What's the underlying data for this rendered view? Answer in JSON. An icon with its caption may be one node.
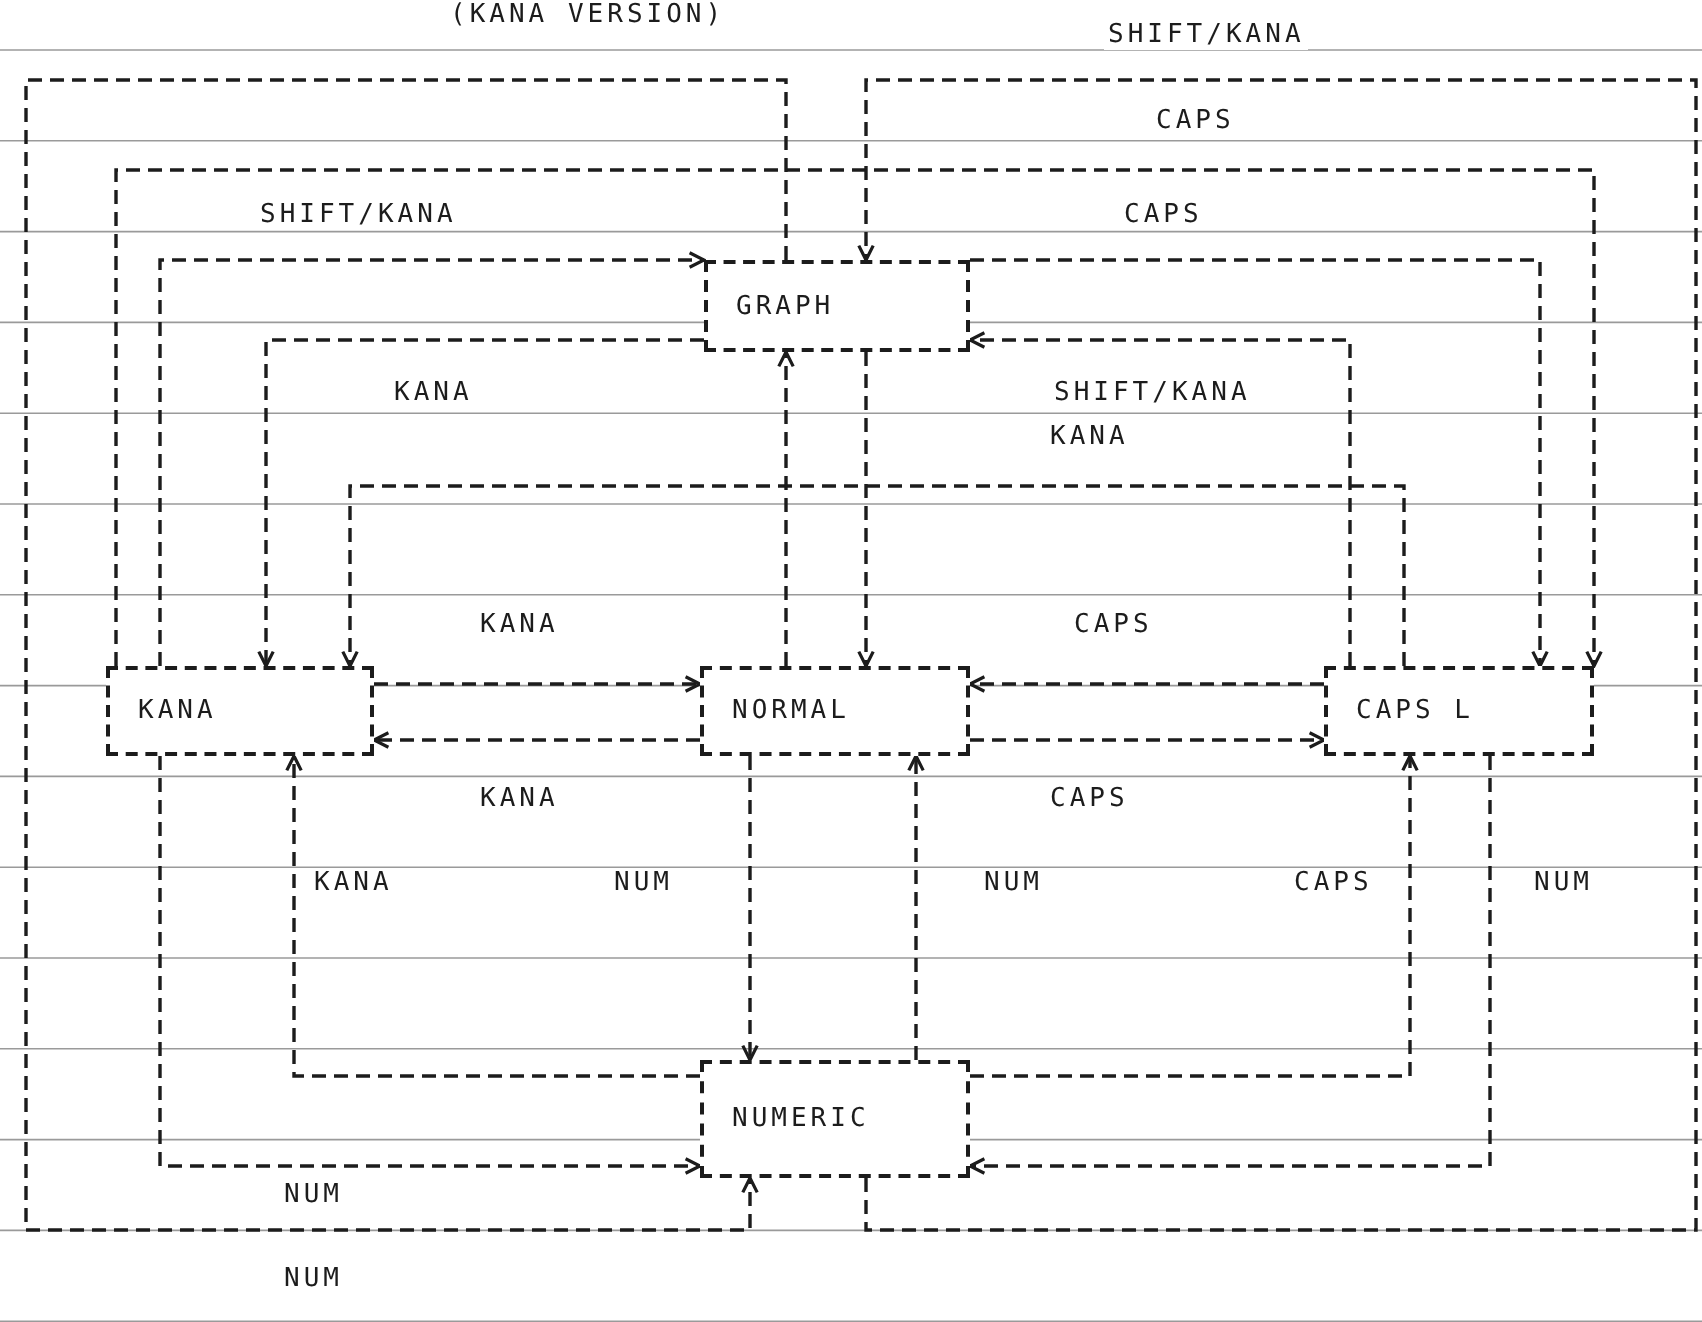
{
  "diagram": {
    "title": "(KANA VERSION)",
    "nodes": [
      {
        "text": [
          "GRAPH"
        ]
      },
      {
        "text": [
          "KANA"
        ]
      },
      {
        "text": [
          "NORMAL"
        ]
      },
      {
        "text": [
          "CAPS L"
        ]
      },
      {
        "text": [
          "NUMERIC"
        ]
      }
    ],
    "edges": [
      {
        "from": 1,
        "to": 0,
        "arrow": "to",
        "label": "SHIFT/KANA"
      },
      {
        "from": 0,
        "to": 3,
        "arrow": "to",
        "label": "CAPS"
      },
      {
        "from": 1,
        "to": 3,
        "arrow": "to",
        "label": "CAPS"
      },
      {
        "from": 4,
        "to": 0,
        "arrow": "to",
        "label": "SHIFT/KANA"
      },
      {
        "from": 0,
        "to": 4,
        "arrow": "to",
        "label": "NUM"
      },
      {
        "from": 0,
        "to": 1,
        "arrow": "to",
        "label": "KANA"
      },
      {
        "from": 3,
        "to": 0,
        "arrow": "to",
        "label": "SHIFT/KANA"
      },
      {
        "from": 3,
        "to": 1,
        "arrow": "to",
        "label": "KANA"
      },
      {
        "from": 2,
        "to": 0,
        "arrow": "to"
      },
      {
        "from": 0,
        "to": 2,
        "arrow": "to"
      },
      {
        "from": 1,
        "to": 2,
        "arrow": "to",
        "label": "KANA"
      },
      {
        "from": 2,
        "to": 1,
        "arrow": "to",
        "label": "KANA"
      },
      {
        "from": 3,
        "to": 2,
        "arrow": "to",
        "label": "CAPS"
      },
      {
        "from": 2,
        "to": 3,
        "arrow": "to",
        "label": "CAPS"
      },
      {
        "from": 4,
        "to": 1,
        "arrow": "to",
        "label": "KANA"
      },
      {
        "from": 1,
        "to": 4,
        "arrow": "to",
        "label": "NUM"
      },
      {
        "from": 2,
        "to": 4,
        "arrow": "to",
        "label": "NUM"
      },
      {
        "from": 4,
        "to": 2,
        "arrow": "to",
        "label": "NUM"
      },
      {
        "from": 4,
        "to": 3,
        "arrow": "to",
        "label": "CAPS"
      },
      {
        "from": 3,
        "to": 4,
        "arrow": "to",
        "label": "NUM"
      }
    ]
  }
}
